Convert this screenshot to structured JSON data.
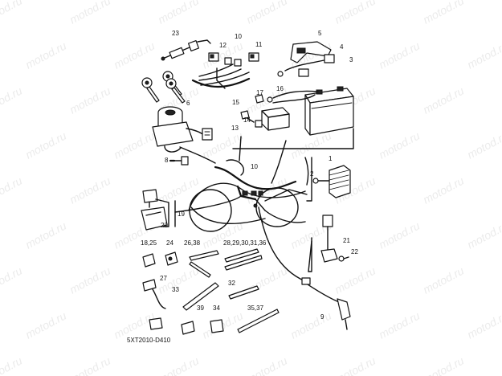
{
  "diagram": {
    "code": "5XT2010-D410",
    "watermark": "motod.ru",
    "labels": {
      "p1": "1",
      "p2": "2",
      "p3": "3",
      "p4": "4",
      "p5": "5",
      "p6": "6",
      "p8": "8",
      "p9": "9",
      "p10a": "10",
      "p10b": "10",
      "p11": "11",
      "p12": "12",
      "p13": "13",
      "p14": "14",
      "p15": "15",
      "p16": "16",
      "p17": "17",
      "p18": "18,25",
      "p19": "19",
      "p20": "20",
      "p21": "21",
      "p22": "22",
      "p23": "23",
      "p24": "24",
      "p26": "26,38",
      "p27": "27",
      "p28": "28,29,30,31,36",
      "p32": "32",
      "p33": "33",
      "p34": "34",
      "p35": "35,37",
      "p39": "39"
    }
  }
}
